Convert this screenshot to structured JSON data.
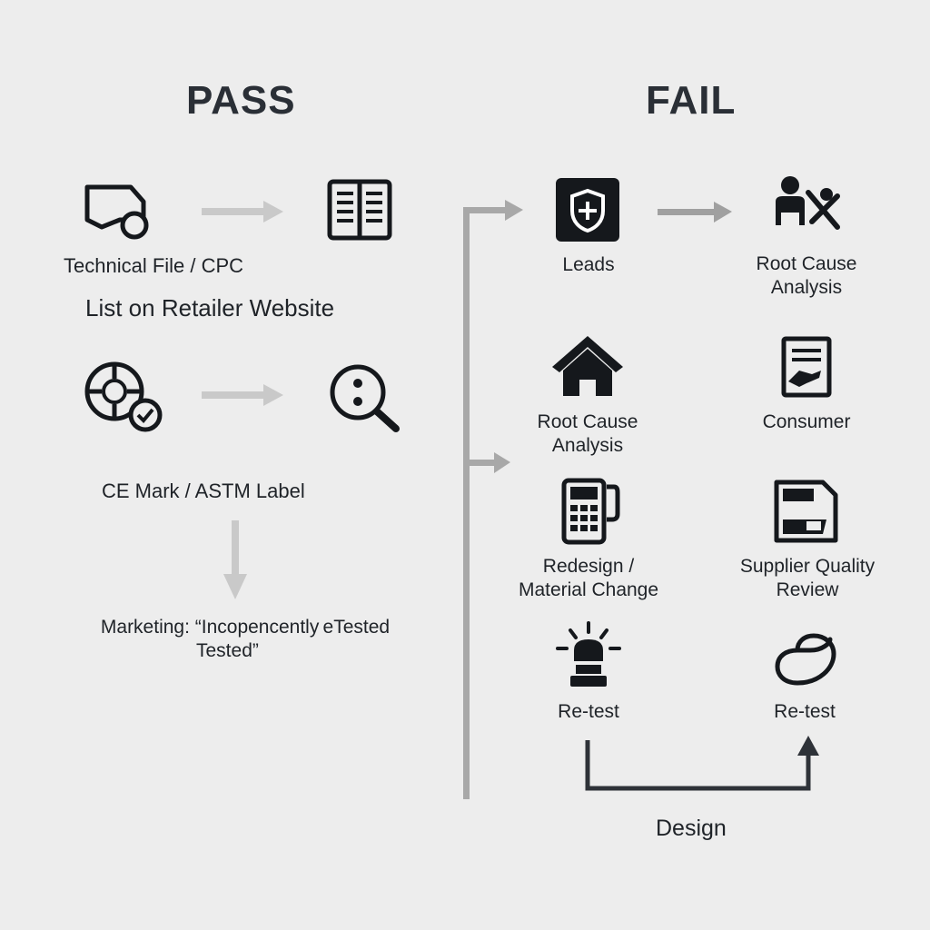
{
  "headings": {
    "pass": "PASS",
    "fail": "FAIL"
  },
  "pass": {
    "technical_file": "Technical File / CPC",
    "list_retailer": "List on Retailer Website",
    "ce_mark": "CE Mark / ASTM Label",
    "marketing_line1": "Marketing: “Incopencently eTested",
    "marketing_line2": "Tested”"
  },
  "fail": {
    "leads": "Leads",
    "rca_top_line1": "Root Cause",
    "rca_top_line2": "Analysis",
    "rca_mid_line1": "Root Cause",
    "rca_mid_line2": "Analysis",
    "consumer": "Consumer",
    "redesign_line1": "Redesign /",
    "redesign_line2": "Material Change",
    "supplier_line1": "Supplier Quality",
    "supplier_line2": "Review",
    "retest_left": "Re-test",
    "retest_right": "Re-test",
    "design": "Design"
  },
  "colors": {
    "icon": "#15181c",
    "arrow_light": "#c4c4c4",
    "arrow_mid": "#9c9c9c",
    "line_dark": "#2e3238"
  }
}
